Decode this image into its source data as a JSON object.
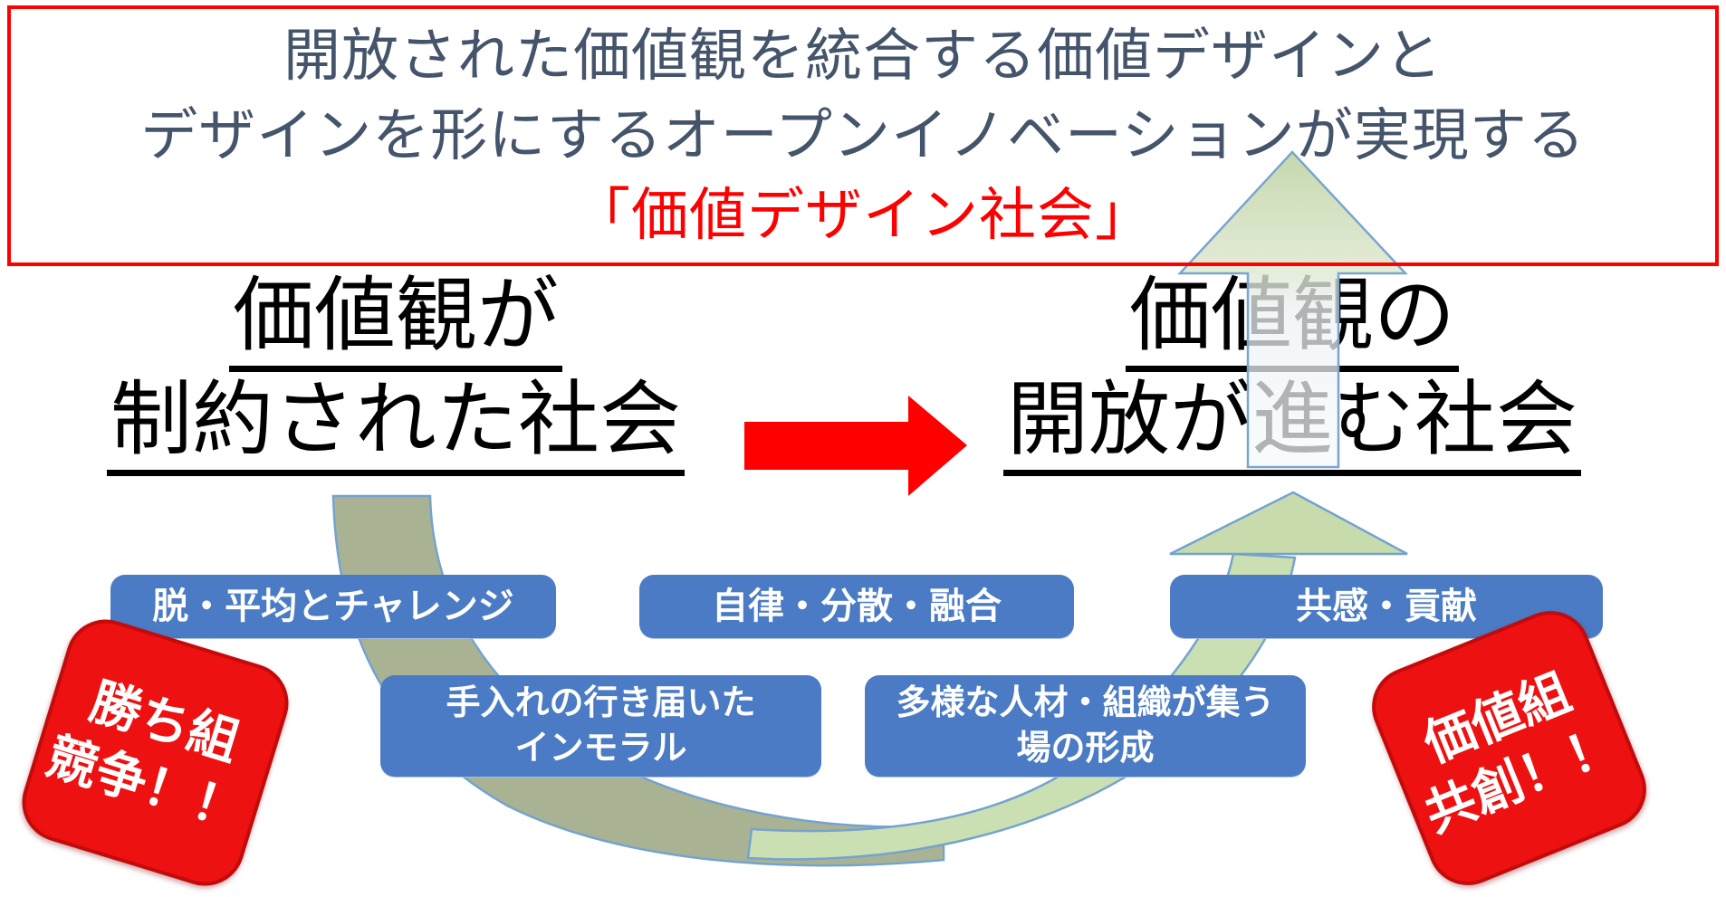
{
  "title_box": {
    "line1": "開放された価値観を統合する価値デザインと",
    "line2": "デザインを形にするオープンイノベーションが実現する",
    "line3": "「価値デザイン社会」"
  },
  "left_heading": {
    "line1": "価値観が",
    "line2": "制約された社会"
  },
  "right_heading": {
    "line1": "価値観の",
    "line2": "開放が進む社会"
  },
  "value_boxes": [
    {
      "line1": "脱・平均とチャレンジ",
      "line2": ""
    },
    {
      "line1": "自律・分散・融合",
      "line2": ""
    },
    {
      "line1": "共感・貢献",
      "line2": ""
    },
    {
      "line1": "手入れの行き届いた",
      "line2": "インモラル"
    },
    {
      "line1": "多様な人材・組織が集う",
      "line2": "場の形成"
    }
  ],
  "badges": {
    "left": {
      "line1": "勝ち組",
      "line2": "競争！！"
    },
    "right": {
      "line1": "価値組",
      "line2": "共創！！"
    }
  },
  "colors": {
    "title_text": "#44546a",
    "accent_red": "#ff0000",
    "badge_red": "#ed1111",
    "badge_border": "#c40a0a",
    "box_blue": "#4a7bc4",
    "band_olive": "#a9b394",
    "band_green": "#cbe0b2",
    "arrow_green": "#c7dbad",
    "outline_blue": "#74a3cf",
    "heading_black": "#000000",
    "white": "#ffffff"
  }
}
